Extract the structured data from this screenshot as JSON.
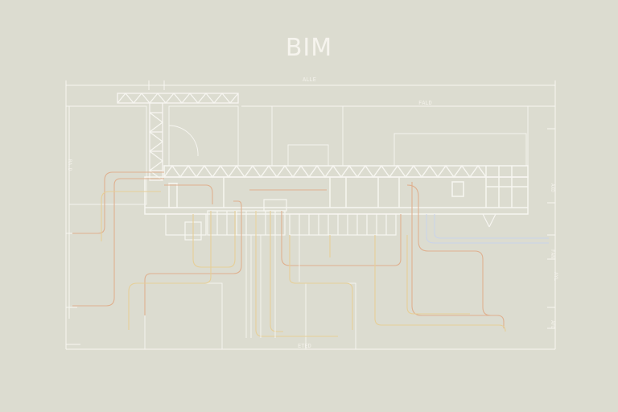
{
  "title": "BIM",
  "dimension_labels": {
    "top_left": "ALLE",
    "top_right": "FALD",
    "bottom": "ETED"
  },
  "side_labels": {
    "left_upper": "RA.D",
    "right_1": "AXD",
    "right_2": "FAN",
    "right_3": "AYL",
    "right_4": "AFD"
  },
  "colors": {
    "background": "#dcdcd0",
    "structure": "#f7f6f1",
    "pipe_warm": "#dfb08f",
    "pipe_gold": "#e6cf98",
    "pipe_blue": "#c9d3ea"
  }
}
